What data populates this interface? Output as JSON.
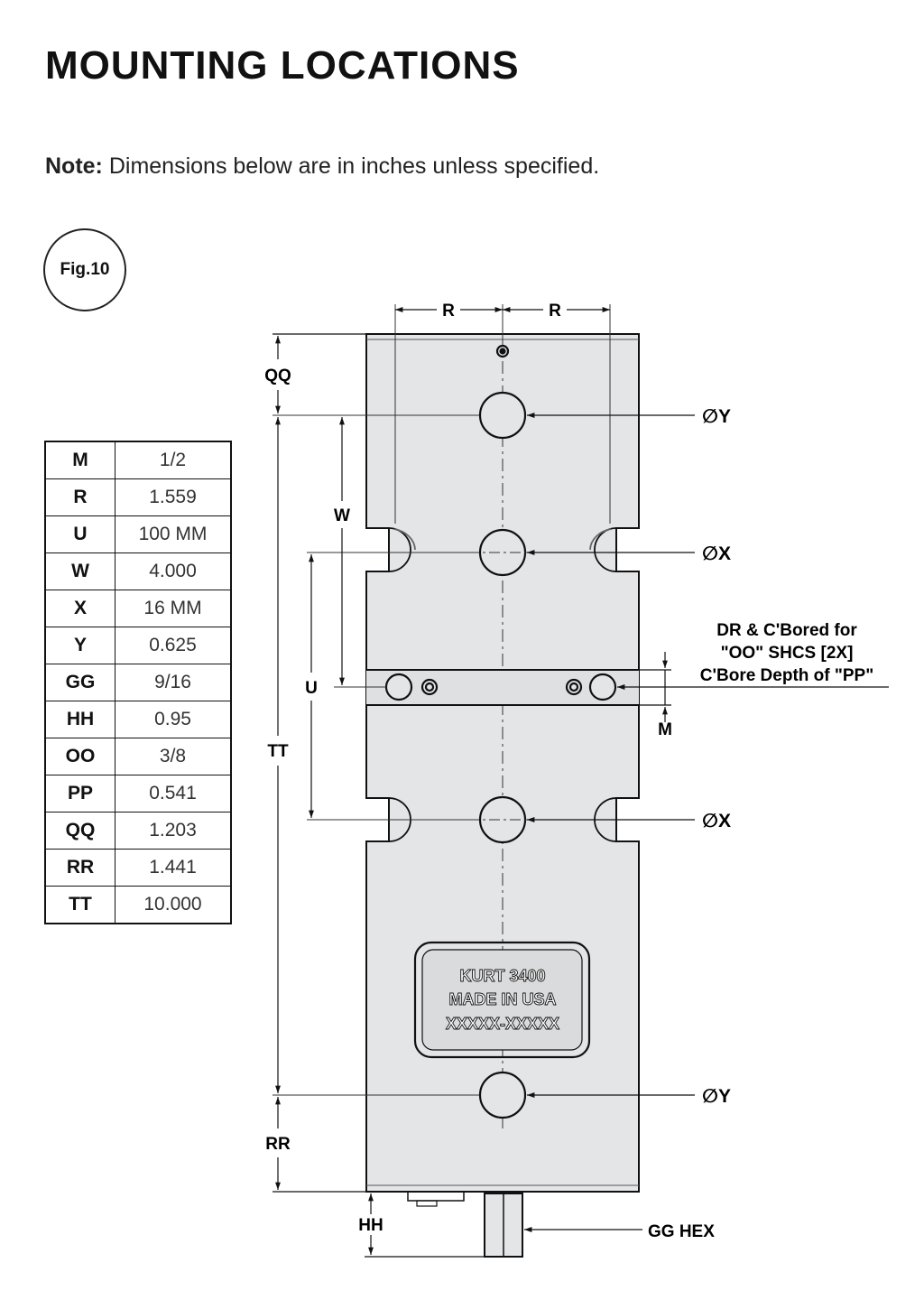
{
  "title": "MOUNTING LOCATIONS",
  "note": {
    "label": "Note:",
    "text": " Dimensions below are in inches unless specified."
  },
  "figure_label": "Fig.10",
  "dimensions_table": [
    {
      "key": "M",
      "value": "1/2"
    },
    {
      "key": "R",
      "value": "1.559"
    },
    {
      "key": "U",
      "value": "100 MM"
    },
    {
      "key": "W",
      "value": "4.000"
    },
    {
      "key": "X",
      "value": "16 MM"
    },
    {
      "key": "Y",
      "value": "0.625"
    },
    {
      "key": "GG",
      "value": "9/16"
    },
    {
      "key": "HH",
      "value": "0.95"
    },
    {
      "key": "OO",
      "value": "3/8"
    },
    {
      "key": "PP",
      "value": "0.541"
    },
    {
      "key": "QQ",
      "value": "1.203"
    },
    {
      "key": "RR",
      "value": "1.441"
    },
    {
      "key": "TT",
      "value": "10.000"
    }
  ],
  "drawing": {
    "labels": {
      "r_left": "R",
      "r_right": "R",
      "qq": "QQ",
      "w": "W",
      "u": "U",
      "tt": "TT",
      "rr": "RR",
      "hh": "HH",
      "m": "M",
      "gg_hex": "GG HEX"
    },
    "callouts": {
      "hole_top": "∅Y",
      "hole_upper": "∅X",
      "hole_lower": "∅X",
      "hole_bottom": "∅Y"
    },
    "counterbore_note": [
      "DR & C'Bored for",
      "\"OO\" SHCS [2X]",
      "C'Bore Depth of \"PP\""
    ],
    "nameplate": [
      "KURT 3400",
      "MADE IN USA",
      "XXXXX-XXXXX"
    ]
  }
}
